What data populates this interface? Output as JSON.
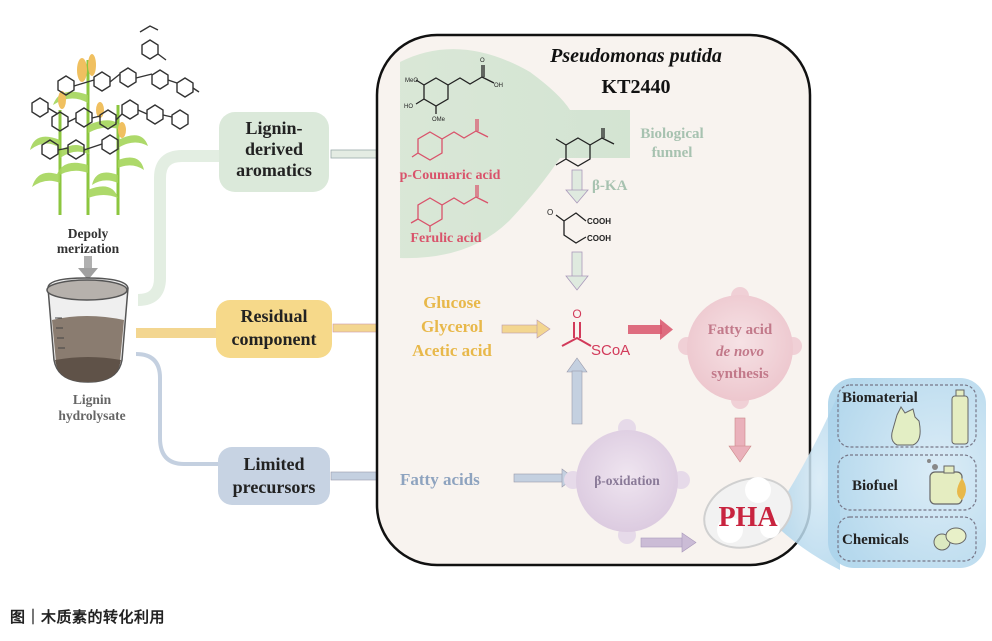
{
  "organism": {
    "name": "Pseudomonas putida",
    "strain": "KT2440"
  },
  "left": {
    "depolymerization_label_1": "Depoly",
    "depolymerization_label_2": "merization",
    "hydrolysate_label_1": "Lignin",
    "hydrolysate_label_2": "hydrolysate"
  },
  "streams": [
    {
      "id": "aromatics",
      "lines": [
        "Lignin-",
        "derived",
        "aromatics"
      ],
      "color": "#dbe9da",
      "pipe": "#e3eee2"
    },
    {
      "id": "residual",
      "lines": [
        "Residual",
        "component"
      ],
      "color": "#f6d98a",
      "pipe": "#f3d690"
    },
    {
      "id": "precursors",
      "lines": [
        "Limited",
        "precursors"
      ],
      "color": "#c7d3e3",
      "pipe": "#c4d0e0"
    }
  ],
  "aromatics": {
    "compound_1_label": "",
    "compound_2_label": "p-Coumaric acid",
    "compound_3_label": "Ferulic acid",
    "funnel_label_1": "Biological",
    "funnel_label_2": "funnel",
    "pathway_label": "β-KA",
    "cooh_1": "COOH",
    "cooh_2": "COOH"
  },
  "residual_substrates": [
    "Glucose",
    "Glycerol",
    "Acetic acid"
  ],
  "acetyl_coa": {
    "o": "O",
    "label": "SCoA"
  },
  "fatty_acid_synthesis": {
    "line_1": "Fatty acid",
    "line_2": "de novo",
    "line_3": "synthesis"
  },
  "fatty_acids_label": "Fatty acids",
  "beta_oxidation": "β-oxidation",
  "product": "PHA",
  "applications": [
    {
      "label": "Biomaterial"
    },
    {
      "label": "Biofuel"
    },
    {
      "label": "Chemicals"
    }
  ],
  "colors": {
    "cell_bg": "#f8f3ef",
    "cell_border": "#111111",
    "aromatic_green": "#9fbfa3",
    "red": "#d9536b",
    "yellow": "#e8b84a",
    "blue_gray": "#8ea3bf",
    "pink_circle": "#f2d3d8",
    "purple_circle": "#e5d6e7",
    "pha_red": "#c8243f"
  },
  "caption": "图｜木质素的转化利用"
}
